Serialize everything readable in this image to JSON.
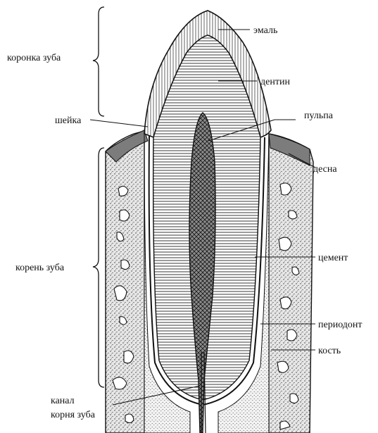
{
  "labels": {
    "crown": "коронка зуба",
    "neck": "шейка",
    "root": "корень зуба",
    "root_canal_line1": "канал",
    "root_canal_line2": "корня зуба",
    "enamel": "эмаль",
    "dentin": "дентин",
    "pulp": "пульпа",
    "gum": "десна",
    "cementum": "цемент",
    "periodontium": "периодонт",
    "bone": "кость"
  },
  "colors": {
    "ink": "#111111",
    "paper": "#ffffff",
    "bone_fill": "#c9c9c9",
    "pulp_fill": "#6a6a6a"
  }
}
